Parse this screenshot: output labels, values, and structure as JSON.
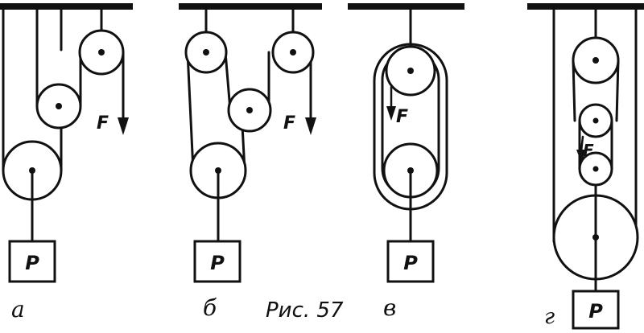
{
  "caption": "Рис. 57",
  "force_label": "F",
  "load_label": "P",
  "panels": [
    {
      "id": "a",
      "letter": "а"
    },
    {
      "id": "b",
      "letter": "б"
    },
    {
      "id": "v",
      "letter": "в"
    },
    {
      "id": "g",
      "letter": "г"
    }
  ]
}
